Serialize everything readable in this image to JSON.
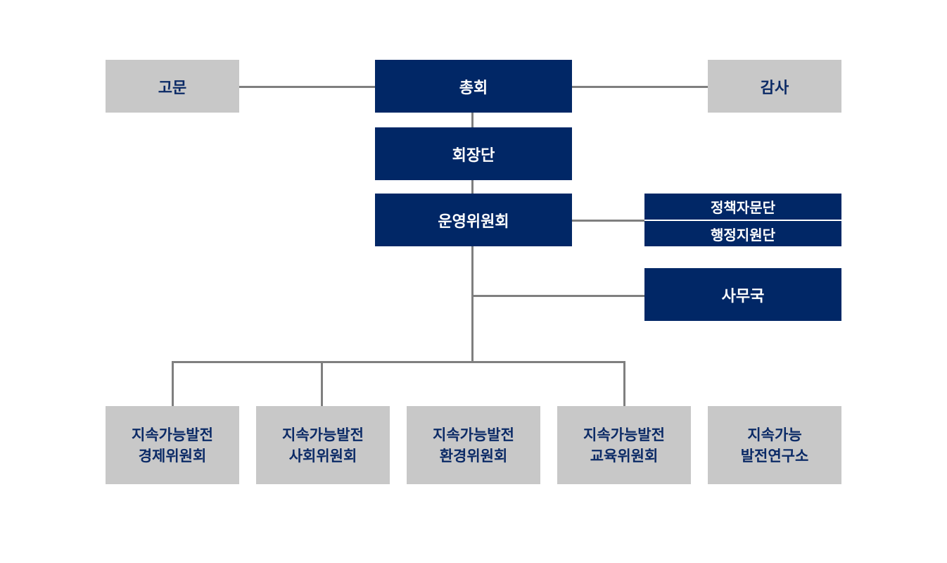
{
  "org_chart": {
    "advisor": "고문",
    "general_assembly": "총회",
    "auditor": "감사",
    "leadership": "회장단",
    "steering_committee": "운영위원회",
    "policy_advisory_group": "정책자문단",
    "admin_support_group": "행정지원단",
    "secretariat": "사무국",
    "committees": [
      {
        "line1": "지속가능발전",
        "line2": "경제위원회"
      },
      {
        "line1": "지속가능발전",
        "line2": "사회위원회"
      },
      {
        "line1": "지속가능발전",
        "line2": "환경위원회"
      },
      {
        "line1": "지속가능발전",
        "line2": "교육위원회"
      },
      {
        "line1": "지속가능",
        "line2": "발전연구소"
      }
    ]
  },
  "colors": {
    "dark_box": "#012766",
    "light_box": "#c8c8c8",
    "connector": "#7f7f7f",
    "light_box_text": "#0b2a66"
  }
}
